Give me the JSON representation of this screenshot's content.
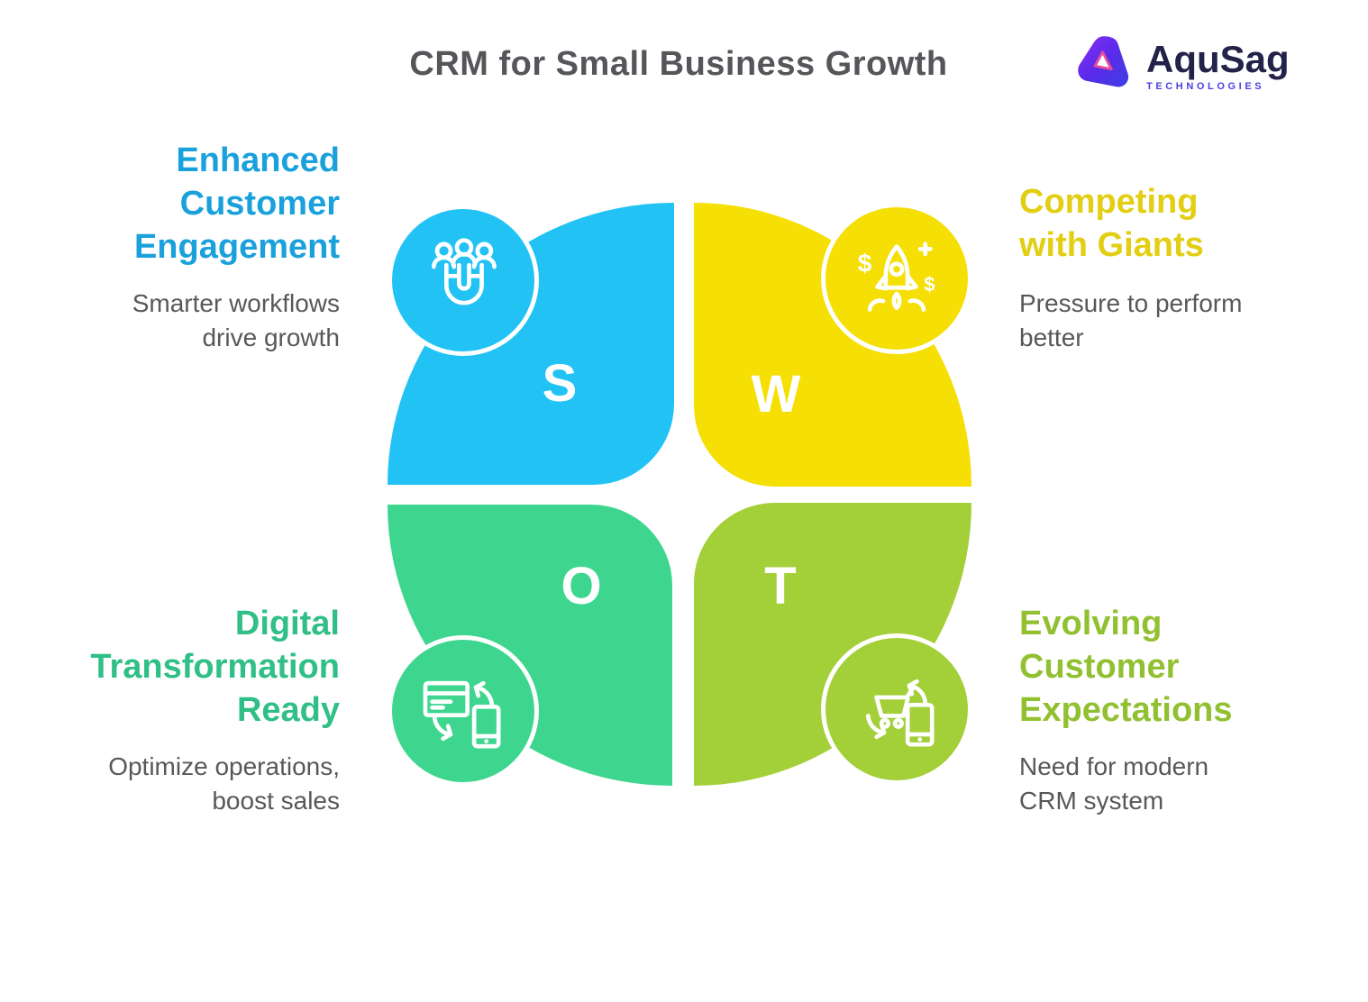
{
  "title": "CRM for Small Business Growth",
  "logo": {
    "brand": "AquSag",
    "tagline": "TECHNOLOGIES",
    "brand_color": "#232248",
    "tagline_color": "#4B3FE0",
    "mark_gradient": [
      "#8B2CF5",
      "#5A2BEA",
      "#3E3FE3"
    ],
    "mark_accent": "#E8489E"
  },
  "colors": {
    "title": "#55565A",
    "body_text": "#57585A",
    "letter": "#FFFFFF"
  },
  "icon_glyphs": {
    "dollar": "$"
  },
  "swot": {
    "quadrants": [
      {
        "key": "strengths",
        "letter": "S",
        "icon": "audience-magnet-icon",
        "heading_lines": [
          "Enhanced",
          "Customer",
          "Engagement"
        ],
        "description_lines": [
          "Smarter workflows",
          "drive growth"
        ],
        "petal_color": "#22C3F4",
        "heading_color": "#1AA1DC"
      },
      {
        "key": "weaknesses",
        "letter": "W",
        "icon": "rocket-dollars-icon",
        "heading_lines": [
          "Competing",
          "with Giants"
        ],
        "description_lines": [
          "Pressure to perform",
          "better"
        ],
        "petal_color": "#F5DF05",
        "heading_color": "#E2CE12"
      },
      {
        "key": "opportunities",
        "letter": "O",
        "icon": "card-phone-sync-icon",
        "heading_lines": [
          "Digital",
          "Transformation",
          "Ready"
        ],
        "description_lines": [
          "Optimize operations,",
          "boost sales"
        ],
        "petal_color": "#3ED68F",
        "heading_color": "#30BF86"
      },
      {
        "key": "threats",
        "letter": "T",
        "icon": "cart-phone-sync-icon",
        "heading_lines": [
          "Evolving",
          "Customer",
          "Expectations"
        ],
        "description_lines": [
          "Need for modern",
          "CRM system"
        ],
        "petal_color": "#A3CF38",
        "heading_color": "#91C031"
      }
    ]
  }
}
